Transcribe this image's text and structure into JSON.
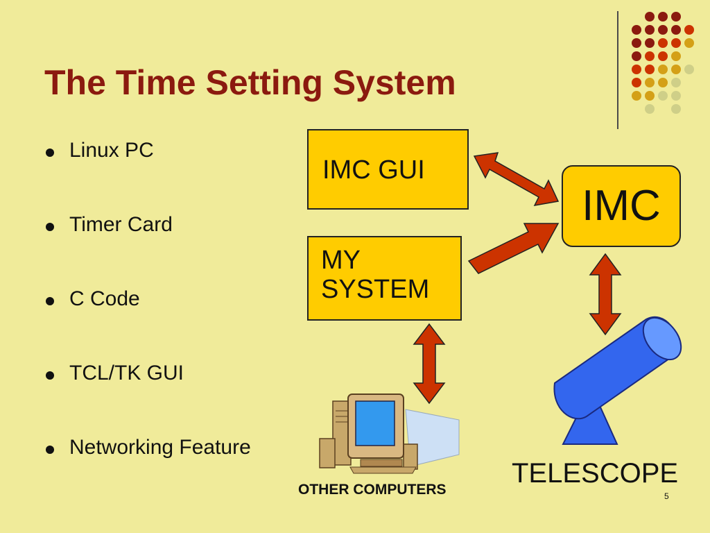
{
  "slide": {
    "title": "The Time Setting System",
    "page_number": "5",
    "colors": {
      "background": "#F0EB9A",
      "title": "#8B1A0F",
      "box_fill": "#FFCC00",
      "arrow_fill": "#CC3300",
      "telescope": "#3366EE"
    }
  },
  "bullets": [
    "Linux PC",
    "Timer Card",
    "C Code",
    "TCL/TK GUI",
    "Networking Feature"
  ],
  "diagram": {
    "imc_gui": "IMC GUI",
    "my_system_line1": "MY",
    "my_system_line2": "SYSTEM",
    "imc": "IMC",
    "telescope": "TELESCOPE",
    "other_computers": "OTHER COMPUTERS",
    "icons": [
      "computer-clipart-icon",
      "telescope-icon",
      "double-arrow-icon"
    ]
  }
}
